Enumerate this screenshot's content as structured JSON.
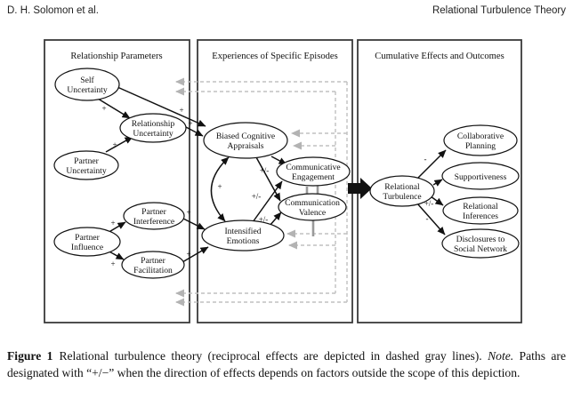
{
  "page_header": {
    "left": "D. H. Solomon et al.",
    "right": "Relational Turbulence Theory"
  },
  "panels": {
    "left": {
      "title": "Relationship Parameters"
    },
    "middle": {
      "title": "Experiences of Specific Episodes"
    },
    "right": {
      "title": "Cumulative Effects and Outcomes"
    }
  },
  "nodes": {
    "self_uncertainty": {
      "label": [
        "Self",
        "Uncertainty"
      ]
    },
    "relationship_uncertainty": {
      "label": [
        "Relationship",
        "Uncertainty"
      ]
    },
    "partner_uncertainty": {
      "label": [
        "Partner",
        "Uncertainty"
      ]
    },
    "partner_influence": {
      "label": [
        "Partner",
        "Influence"
      ]
    },
    "partner_interference": {
      "label": [
        "Partner",
        "Interference"
      ]
    },
    "partner_facilitation": {
      "label": [
        "Partner",
        "Facilitation"
      ]
    },
    "biased_cognitive_appraisals": {
      "label": [
        "Biased Cognitive",
        "Appraisals"
      ]
    },
    "communicative_engagement": {
      "label": [
        "Communicative",
        "Engagement"
      ]
    },
    "communication_valence": {
      "label": [
        "Communication",
        "Valence"
      ]
    },
    "intensified_emotions": {
      "label": [
        "Intensified",
        "Emotions"
      ]
    },
    "relational_turbulence": {
      "label": [
        "Relational",
        "Turbulence"
      ]
    },
    "collaborative_planning": {
      "label": [
        "Collaborative",
        "Planning"
      ]
    },
    "supportiveness": {
      "label": [
        "Supportiveness"
      ]
    },
    "relational_inferences": {
      "label": [
        "Relational",
        "Inferences"
      ]
    },
    "disclosures_social_network": {
      "label": [
        "Disclosures to",
        "Social Network"
      ]
    }
  },
  "signs": {
    "su_ru": "+",
    "pu_ru": "+",
    "su_bca": "+",
    "ru_bca": "+",
    "pinf_pint": "+",
    "pinf_pfac": "+",
    "pint_ie": "+",
    "pfac_ie": "+",
    "bca_ie": "+",
    "bca_ce": "+/-",
    "bca_cv": "+/-",
    "ie_ce": "+/-",
    "ie_cv": "+/-",
    "rt_cp": "-",
    "rt_ri": "+/-",
    "rt_dsn": "-"
  },
  "caption": {
    "figure_label": "Figure 1",
    "text": "Relational turbulence theory (reciprocal effects are depicted in dashed gray lines).",
    "note_label": "Note.",
    "note_text": "Paths are designated with “+/−” when the direction of effects depends on factors outside the scope of this depiction."
  },
  "colors": {
    "ink": "#111111",
    "dashed_gray": "#c0c0c0",
    "stub_gray": "#9a9a9a",
    "arrowhead_gray": "#b3b3b3"
  }
}
